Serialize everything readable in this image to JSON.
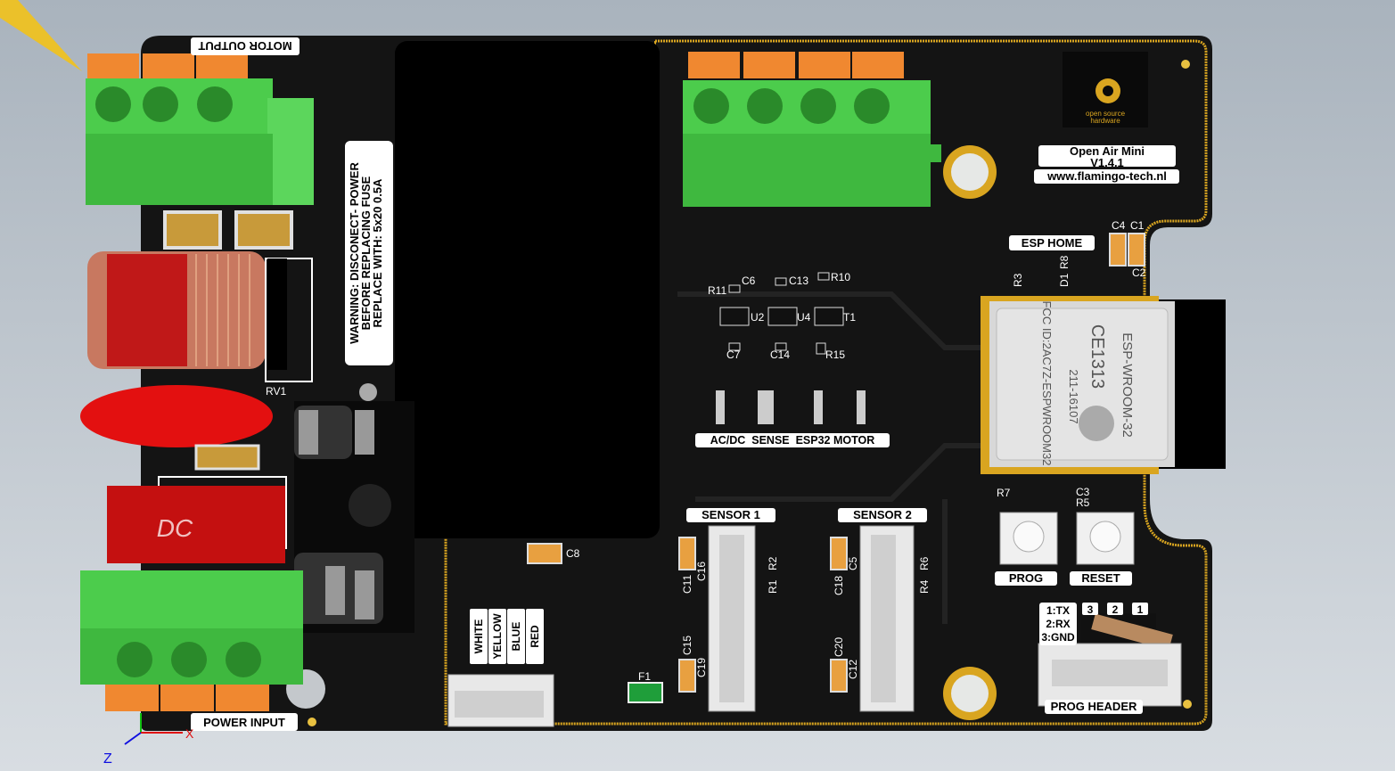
{
  "board": {
    "labels": {
      "motor_output": "MOTOR OUTPUT",
      "power_input": "POWER INPUT",
      "esp_home": "ESP HOME",
      "status_leds": "AC/DC  SENSE  ESP32 MOTOR",
      "sensor1": "SENSOR 1",
      "sensor2": "SENSOR 2",
      "prog": "PROG",
      "reset": "RESET",
      "prog_header": "PROG HEADER",
      "pin_tx": "1:TX",
      "pin_rx": "2:RX",
      "pin_gnd": "3:GND",
      "pin3": "3",
      "pin2": "2",
      "pin1": "1"
    },
    "title": {
      "line1": "Open Air Mini",
      "line2": "V1.4.1",
      "line3": "www.flamingo-tech.nl"
    },
    "warning": {
      "line1": "WARNING: DISCONECT- POWER",
      "line2": "BEFORE REPLACING FUSE",
      "line3": "REPLACE WITH: 5x20 0.5A"
    },
    "oshw": {
      "line1": "open source",
      "line2": "hardware"
    },
    "module": {
      "brand": "ESP-WROOM-32",
      "ce": "CE1313",
      "r_id": "211-16107",
      "fcc": "FCC ID:2AC7Z-ESPWROOM32"
    },
    "dc_cap": "DC",
    "wire_colors": [
      "WHITE",
      "YELLOW",
      "BLUE",
      "RED"
    ],
    "refs": {
      "C6": "C6",
      "C13": "C13",
      "R10": "R10",
      "R11": "R11",
      "U2": "U2",
      "U4": "U4",
      "T1": "T1",
      "C7": "C7",
      "C14": "C14",
      "R15": "R15",
      "C8": "C8",
      "F1": "F1",
      "RV1": "RV1",
      "C4": "C4",
      "C1": "C1",
      "C2": "C2",
      "R3": "R3",
      "D1": "D1",
      "R8": "R8",
      "R7": "R7",
      "C3": "C3",
      "R5": "R5",
      "C16": "C16",
      "C11": "C11",
      "R2": "R2",
      "R1": "R1",
      "C15": "C15",
      "C19": "C19",
      "C5": "C5",
      "C18": "C18",
      "R6": "R6",
      "R4": "R4",
      "C20": "C20",
      "C12": "C12"
    },
    "axes": {
      "x": "X",
      "z": "Z"
    }
  },
  "colors": {
    "pcb": "#141414",
    "gold": "#d9a520",
    "terminal_green": "#4ccc4c",
    "orange": "#f08830",
    "red": "#d01010"
  }
}
